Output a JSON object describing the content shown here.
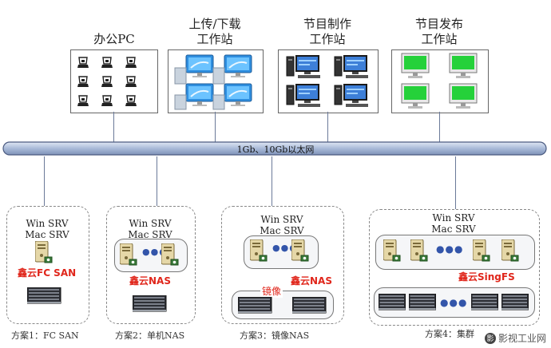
{
  "groups": {
    "office_pc": {
      "title": "办公PC"
    },
    "upload": {
      "title_line1": "上传/下载",
      "title_line2": "工作站"
    },
    "production": {
      "title_line1": "节目制作",
      "title_line2": "工作站"
    },
    "publish": {
      "title_line1": "节目发布",
      "title_line2": "工作站"
    }
  },
  "network": {
    "label": "1Gb、10Gb以太网",
    "color": "#9fb3d6"
  },
  "schemes": [
    {
      "srv_line1": "Win SRV",
      "srv_line2": "Mac SRV",
      "brand": "鑫云FC SAN",
      "caption": "方案1：FC SAN"
    },
    {
      "srv_line1": "Win SRV",
      "srv_line2": "Mac SRV",
      "brand": "鑫云NAS",
      "caption": "方案2：单机NAS"
    },
    {
      "srv_line1": "Win SRV",
      "srv_line2": "Mac SRV",
      "brand": "鑫云NAS",
      "mirror": "镜像",
      "caption": "方案3：镜像NAS"
    },
    {
      "srv_line1": "Win SRV",
      "srv_line2": "Mac SRV",
      "brand": "鑫云SingFS",
      "caption": "方案4：集群"
    }
  ],
  "watermark": "影视工业网",
  "colors": {
    "brand_red": "#e0261b"
  }
}
